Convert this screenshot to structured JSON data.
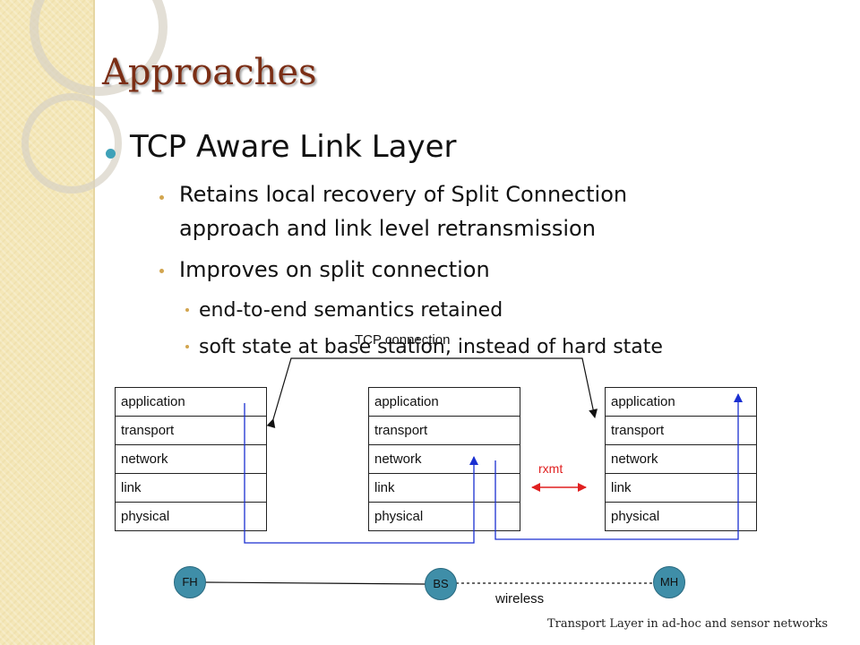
{
  "title": "Approaches",
  "bullet1": "TCP Aware Link Layer",
  "sub_bullets": [
    {
      "lines": [
        "Retains local recovery of Split Connection",
        "approach and link level retransmission"
      ]
    },
    {
      "lines": [
        "Improves on split connection"
      ]
    }
  ],
  "sub_sub_bullets": [
    "end-to-end semantics retained",
    "soft state at base station, instead of hard state"
  ],
  "tcp_connection_label": "TCP connection",
  "rxmt_label": "rxmt",
  "stack_layers": [
    "application",
    "transport",
    "network",
    "link",
    "physical"
  ],
  "nodes": {
    "fh": "FH",
    "bs": "BS",
    "mh": "MH"
  },
  "wireless_label": "wireless",
  "footer": "Transport Layer in ad-hoc and sensor networks",
  "colors": {
    "title": "#7b2e15",
    "accent_bullet": "#3fa1b8",
    "arrow_blue": "#1a2fd1",
    "rxmt_red": "#e02020",
    "node_fill": "#3f8ea8"
  }
}
